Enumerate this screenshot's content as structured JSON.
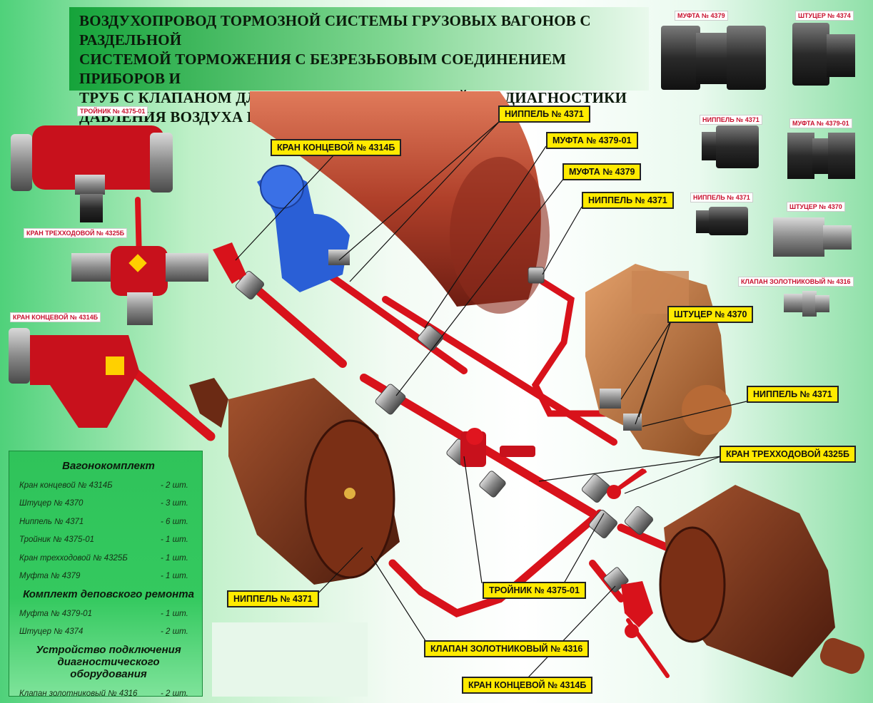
{
  "title_lines": [
    "ВОЗДУХОПРОВОД ТОРМОЗНОЙ СИСТЕМЫ ГРУЗОВЫХ ВАГОНОВ С РАЗДЕЛЬНОЙ",
    "СИСТЕМОЙ  ТОРМОЖЕНИЯ С БЕЗРЕЗЬБОВЫМ СОЕДИНЕНИЕМ ПРИБОРОВ И",
    "ТРУБ С КЛАПАНОМ ДЛЯ ПОДКЛЮЧЕНИЯ  УСТРОЙСТВ ДИАГНОСТИКИ",
    "ДАВЛЕНИЯ ВОЗДУХА В ТОРМОЗНЫХ ЦИЛИНДРАХ"
  ],
  "callouts": [
    "НИППЕЛЬ № 4371",
    "КРАН КОНЦЕВОЙ № 4314Б",
    "МУФТА № 4379-01",
    "МУФТА № 4379",
    "НИППЕЛЬ № 4371",
    "ШТУЦЕР № 4370",
    "НИППЕЛЬ № 4371",
    "КРАН ТРЕХХОДОВОЙ 4325Б",
    "ТРОЙНИК № 4375-01",
    "НИППЕЛЬ № 4371",
    "КЛАПАН ЗОЛОТНИКОВЫЙ № 4316",
    "КРАН КОНЦЕВОЙ № 4314Б"
  ],
  "part_labels": [
    "ТРОЙНИК № 4375-01",
    "КРАН ТРЕХХОДОВОЙ № 4325Б",
    "КРАН КОНЦЕВОЙ № 4314Б",
    "МУФТА № 4379",
    "ШТУЦЕР № 4374",
    "НИППЕЛЬ № 4371",
    "МУФТА № 4379-01",
    "НИППЕЛЬ № 4371",
    "ШТУЦЕР № 4370",
    "КЛАПАН ЗОЛОТНИКОВЫЙ № 4316"
  ],
  "kit": {
    "sections": [
      {
        "heading": "Вагонокомплект",
        "items": [
          {
            "name": "Кран концевой № 4314Б",
            "qty": "- 2 шт."
          },
          {
            "name": "Штуцер № 4370",
            "qty": "- 3 шт."
          },
          {
            "name": "Ниппель № 4371",
            "qty": "- 6 шт."
          },
          {
            "name": "Тройник № 4375-01",
            "qty": "- 1 шт."
          },
          {
            "name": "Кран трехходовой № 4325Б",
            "qty": "- 1 шт."
          },
          {
            "name": "Муфта № 4379",
            "qty": "- 1 шт."
          }
        ]
      },
      {
        "heading": "Комплект деповского ремонта",
        "items": [
          {
            "name": "Муфта № 4379-01",
            "qty": "- 1 шт."
          },
          {
            "name": "Штуцер № 4374",
            "qty": "- 2 шт."
          }
        ]
      },
      {
        "heading": "Устройство подключения диагностического оборудования",
        "items": [
          {
            "name": "Клапан  золотниковый № 4316",
            "qty": "- 2 шт."
          }
        ]
      }
    ]
  },
  "colors": {
    "pipe": "#d8121b",
    "callout_bg": "#ffea00",
    "title_bg": "#15a33a",
    "panel_bg": "#34c95f"
  }
}
